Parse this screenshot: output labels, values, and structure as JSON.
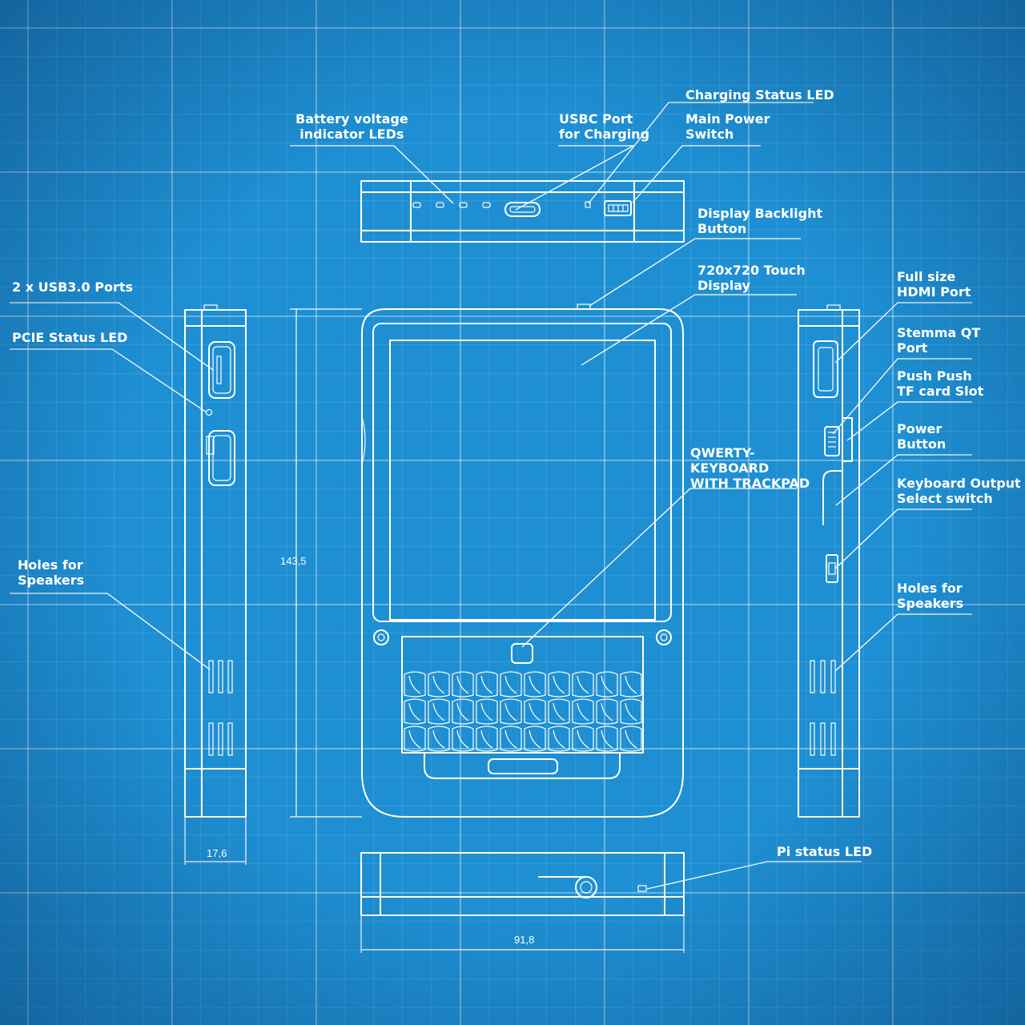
{
  "labels": {
    "battery_leds": [
      "Battery voltage",
      "indicator LEDs"
    ],
    "usbc_port": [
      "USBC Port",
      "for Charging"
    ],
    "charging_led": [
      "Charging Status LED"
    ],
    "main_power": [
      "Main Power",
      "Switch"
    ],
    "backlight_button": [
      "Display Backlight",
      "Button"
    ],
    "touch_display": [
      "720x720 Touch",
      "Display"
    ],
    "keyboard": [
      "QWERTY-",
      "KEYBOARD",
      "WITH TRACKPAD"
    ],
    "usb3_ports": [
      "2 x USB3.0 Ports"
    ],
    "pcie_led": [
      "PCIE Status LED"
    ],
    "speakers_left": [
      "Holes for",
      "Speakers"
    ],
    "hdmi_port": [
      "Full size",
      "HDMI Port"
    ],
    "stemma_port": [
      "Stemma QT",
      "Port"
    ],
    "tf_slot": [
      "Push Push",
      "TF card Slot"
    ],
    "power_button": [
      "Power",
      "Button"
    ],
    "keyboard_switch": [
      "Keyboard Output",
      "Select switch"
    ],
    "speakers_right": [
      "Holes for",
      "Speakers"
    ],
    "pi_led": [
      "Pi status LED"
    ]
  },
  "dimensions": {
    "height": "143,5",
    "depth": "17,6",
    "width": "91,8"
  },
  "colors": {
    "background": "#1e8fd2",
    "line": "#ffffff"
  }
}
